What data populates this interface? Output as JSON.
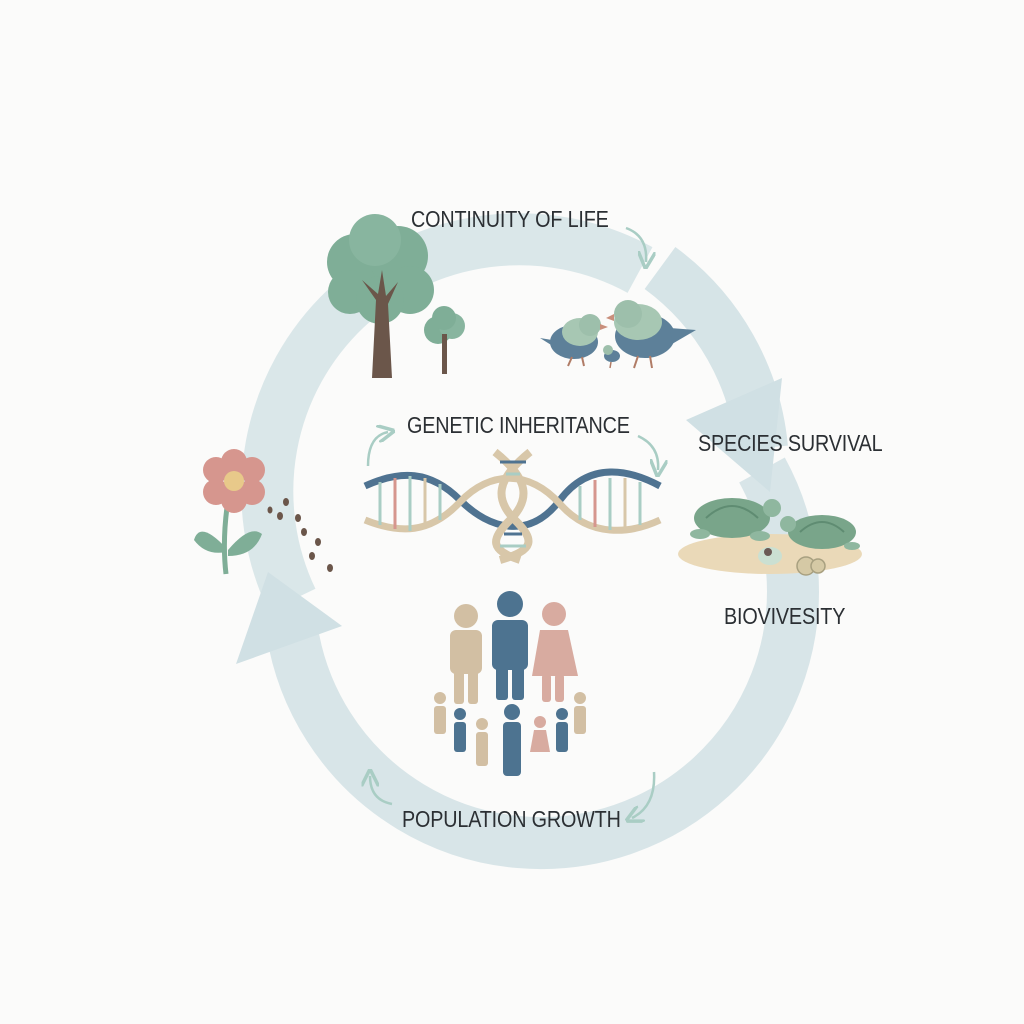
{
  "labels": {
    "continuity": "CONTINUITY OF LIFE",
    "genetic": "GENETIC INHERITANCE",
    "survival": "SPECIES SURVIVAL",
    "biodiversity": "BIOVIVESITY",
    "population": "POPULATION GROWTH"
  },
  "colors": {
    "cycle": "#d6e4e7",
    "arrow_accent": "#a9cdc4",
    "foliage": "#7fae97",
    "trunk": "#6b564a",
    "bird_blue": "#5d8099",
    "dna_blue": "#4f7391",
    "dna_tan": "#d8c7a9",
    "people_tan": "#d2bfa3",
    "people_blue": "#4d7390",
    "people_pink": "#d8aba0",
    "flower": "#d6968e",
    "sand": "#ead9b8",
    "turtle": "#79a58a"
  },
  "icons": [
    "tree-icon",
    "bird-icon",
    "dna-icon",
    "turtle-icon",
    "flower-icon",
    "seed-icon",
    "people-icon",
    "arrow-icon"
  ]
}
